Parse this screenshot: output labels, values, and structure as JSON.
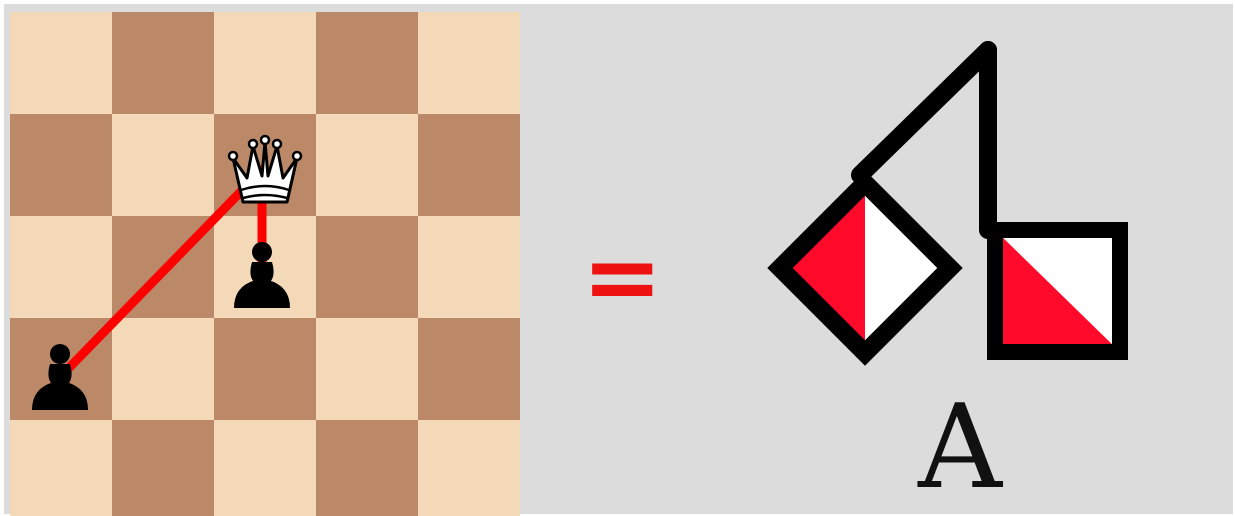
{
  "board": {
    "light_color": "#f4d9b8",
    "dark_color": "#bb8968",
    "line_color": "#ff0000",
    "pieces": [
      {
        "piece": "white-queen",
        "icon": "chess-white-queen-icon"
      },
      {
        "piece": "black-pawn",
        "icon": "chess-black-pawn-icon"
      },
      {
        "piece": "black-pawn",
        "icon": "chess-black-pawn-icon"
      }
    ]
  },
  "equals_symbol": "=",
  "equals_color": "#ee1111",
  "semaphore": {
    "flag_red": "#ff0a2a",
    "flag_white": "#ffffff",
    "outline": "#000000",
    "letter": "A"
  }
}
